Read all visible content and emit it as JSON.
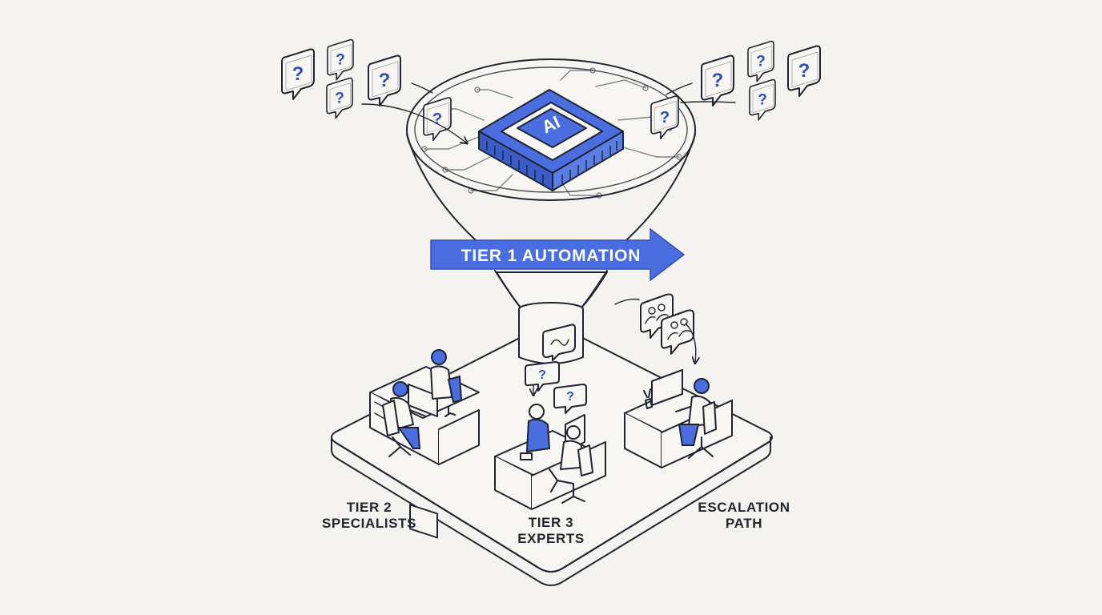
{
  "banner": {
    "text": "TIER 1 AUTOMATION"
  },
  "chip": {
    "text": "AI"
  },
  "question_mark": "?",
  "labels": {
    "tier2": {
      "line1": "TIER 2",
      "line2": "SPECIALISTS"
    },
    "tier3": {
      "line1": "TIER 3",
      "line2": "EXPERTS"
    },
    "escalation": {
      "line1": "ESCALATION",
      "line2": "PATH"
    }
  },
  "colors": {
    "accent": "#4a6ee0",
    "ink": "#1f2430",
    "background": "#f4f3ef"
  },
  "icons": [
    "question-bubble-icon",
    "ai-chip-icon",
    "chat-bubble-icon",
    "people-bubble-icon",
    "agent-workstation-icon"
  ]
}
